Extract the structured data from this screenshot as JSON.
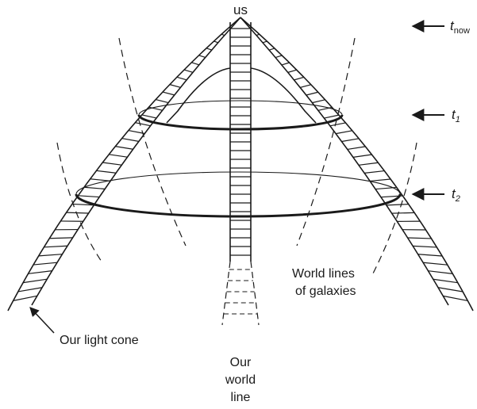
{
  "labels": {
    "apex": "us",
    "time_now": "t",
    "time_now_sub": "now",
    "time_1": "t",
    "time_1_sub": "1",
    "time_2": "t",
    "time_2_sub": "2",
    "light_cone": "Our light cone",
    "galaxies_line1": "World lines",
    "galaxies_line2": "of galaxies",
    "world_line_1": "Our",
    "world_line_2": "world",
    "world_line_3": "line"
  },
  "colors": {
    "ink": "#1a1a1a",
    "background": "#ffffff"
  }
}
